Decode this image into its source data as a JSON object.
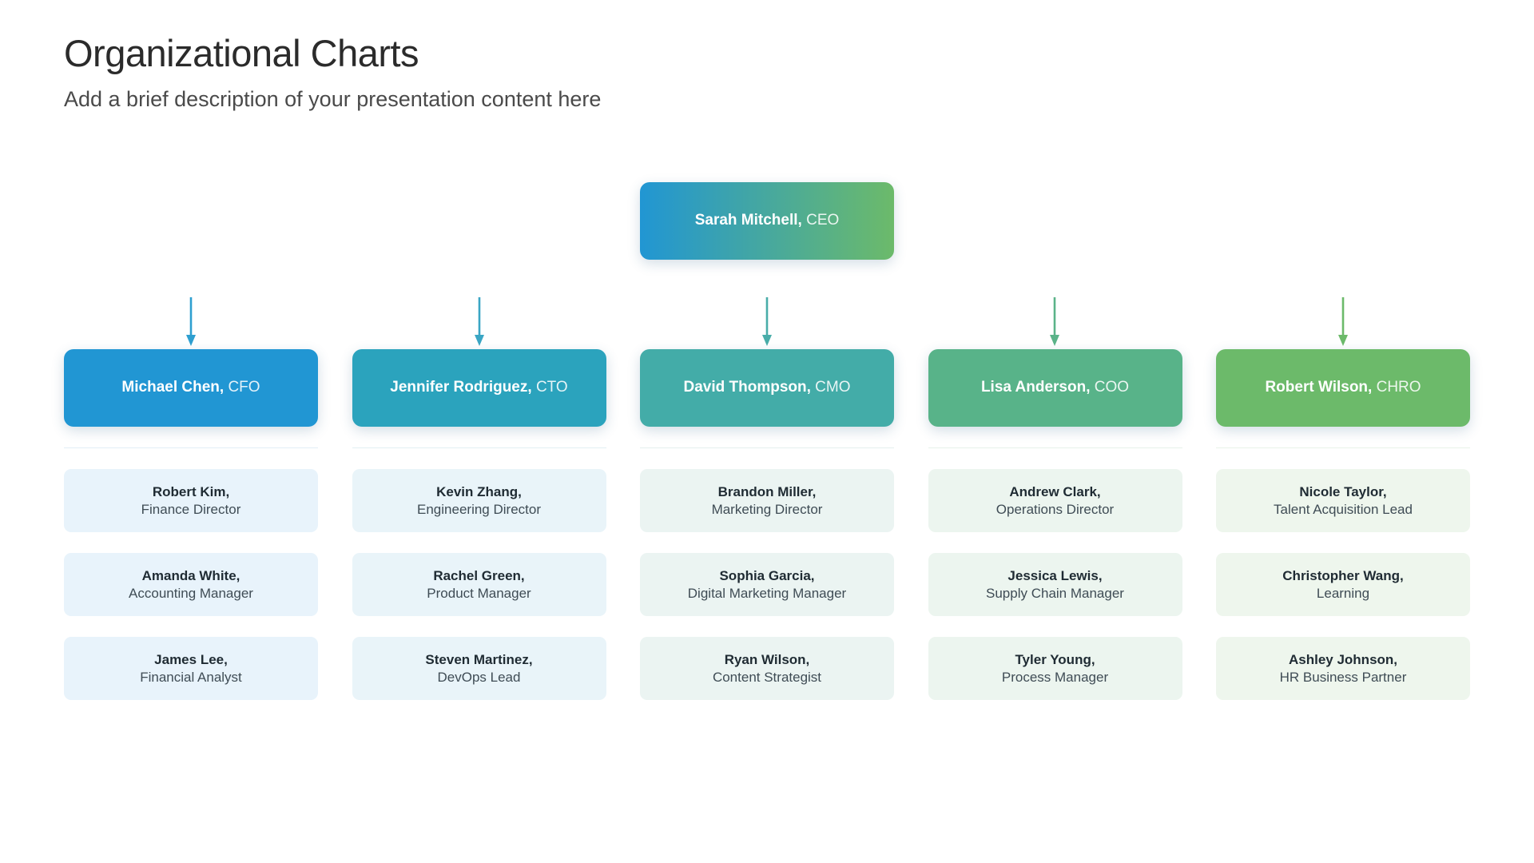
{
  "header": {
    "title": "Organizational Charts",
    "subtitle": "Add a brief description of your presentation content here"
  },
  "colors": {
    "gradient_start": "#2196d3",
    "gradient_end": "#6cba6a",
    "connector_start": "#2e9fd0",
    "connector_end": "#6cba6a",
    "title_color": "#2b2b2b",
    "subtitle_color": "#4a4a4a",
    "staff_name_color": "#1f2b33",
    "staff_role_color": "#3f4c55"
  },
  "chart_data": {
    "type": "diagram",
    "diagram_kind": "organizational-chart",
    "title": "Organizational Charts",
    "levels": 3,
    "root": {
      "name": "Sarah Mitchell,",
      "role": "CEO"
    },
    "branches": 5
  },
  "ceo": {
    "name": "Sarah Mitchell,",
    "role": "CEO",
    "card_color_start": "#2196d3",
    "card_color_end": "#6cba6a"
  },
  "columns": [
    {
      "exec": {
        "name": "Michael Chen,",
        "role": "CFO"
      },
      "exec_color": "#2196d3",
      "divider_color": "#e2eef6",
      "staff_bg": "#e8f3fb",
      "staff": [
        {
          "name": "Robert Kim,",
          "role": "Finance Director"
        },
        {
          "name": "Amanda White,",
          "role": "Accounting Manager"
        },
        {
          "name": "James Lee,",
          "role": "Financial Analyst"
        }
      ]
    },
    {
      "exec": {
        "name": "Jennifer Rodriguez,",
        "role": "CTO"
      },
      "exec_color": "#2ba3bd",
      "divider_color": "#e2eff3",
      "staff_bg": "#e9f4f9",
      "staff": [
        {
          "name": "Kevin Zhang,",
          "role": "Engineering Director"
        },
        {
          "name": "Rachel Green,",
          "role": "Product Manager"
        },
        {
          "name": "Steven Martinez,",
          "role": "DevOps Lead"
        }
      ]
    },
    {
      "exec": {
        "name": "David Thompson,",
        "role": "CMO"
      },
      "exec_color": "#43aca8",
      "divider_color": "#e4f0ee",
      "staff_bg": "#ebf4f2",
      "staff": [
        {
          "name": "Brandon Miller,",
          "role": "Marketing Director"
        },
        {
          "name": "Sophia Garcia,",
          "role": "Digital Marketing Manager"
        },
        {
          "name": "Ryan Wilson,",
          "role": "Content Strategist"
        }
      ]
    },
    {
      "exec": {
        "name": "Lisa Anderson,",
        "role": "COO"
      },
      "exec_color": "#58b389",
      "divider_color": "#e6f1ea",
      "staff_bg": "#ecf5ef",
      "staff": [
        {
          "name": "Andrew Clark,",
          "role": "Operations Director"
        },
        {
          "name": "Jessica Lewis,",
          "role": "Supply Chain Manager"
        },
        {
          "name": "Tyler Young,",
          "role": "Process Manager"
        }
      ]
    },
    {
      "exec": {
        "name": "Robert Wilson,",
        "role": "CHRO"
      },
      "exec_color": "#6cba6a",
      "divider_color": "#e8f2e8",
      "staff_bg": "#eef6ed",
      "staff": [
        {
          "name": "Nicole Taylor,",
          "role": "Talent Acquisition Lead"
        },
        {
          "name": "Christopher Wang,",
          "role": "Learning"
        },
        {
          "name": "Ashley Johnson,",
          "role": "HR Business Partner"
        }
      ]
    }
  ]
}
